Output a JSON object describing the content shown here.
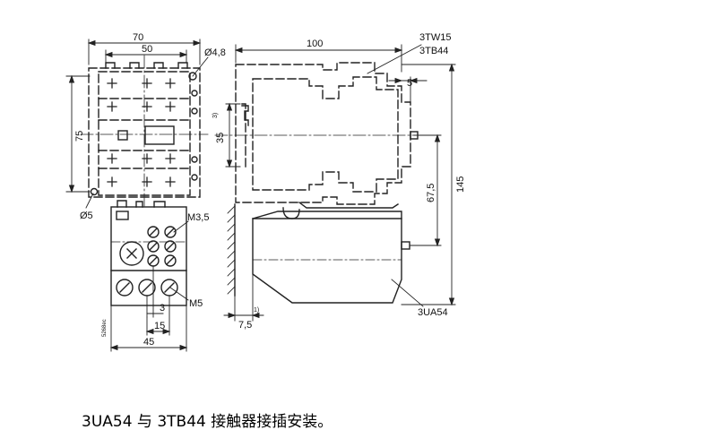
{
  "drawing": {
    "dim_top_width": "70",
    "dim_inner_width": "50",
    "dim_hole_top": "Ø4,8",
    "dim_left_height": "75",
    "dim_hole_bottom": "Ø5",
    "dim_rail": "35",
    "dim_rail_note": "3)",
    "dim_side_width": "100",
    "label_top_unit_1": "3TW15",
    "label_top_unit_2": "3TB44",
    "dim_offset": "5",
    "dim_total_height": "145",
    "dim_partial_height": "67,5",
    "label_terminal_small": "M3,5",
    "label_terminal_large": "M5",
    "dim_term_spacing": "3",
    "dim_term_pitch": "15",
    "dim_base_width": "45",
    "dim_left_offset": "7,5",
    "dim_left_note": "1)",
    "label_bottom_unit": "3UA54",
    "code_side": "5268ec"
  },
  "caption": "3UA54 与 3TB44 接触器接插安装。"
}
